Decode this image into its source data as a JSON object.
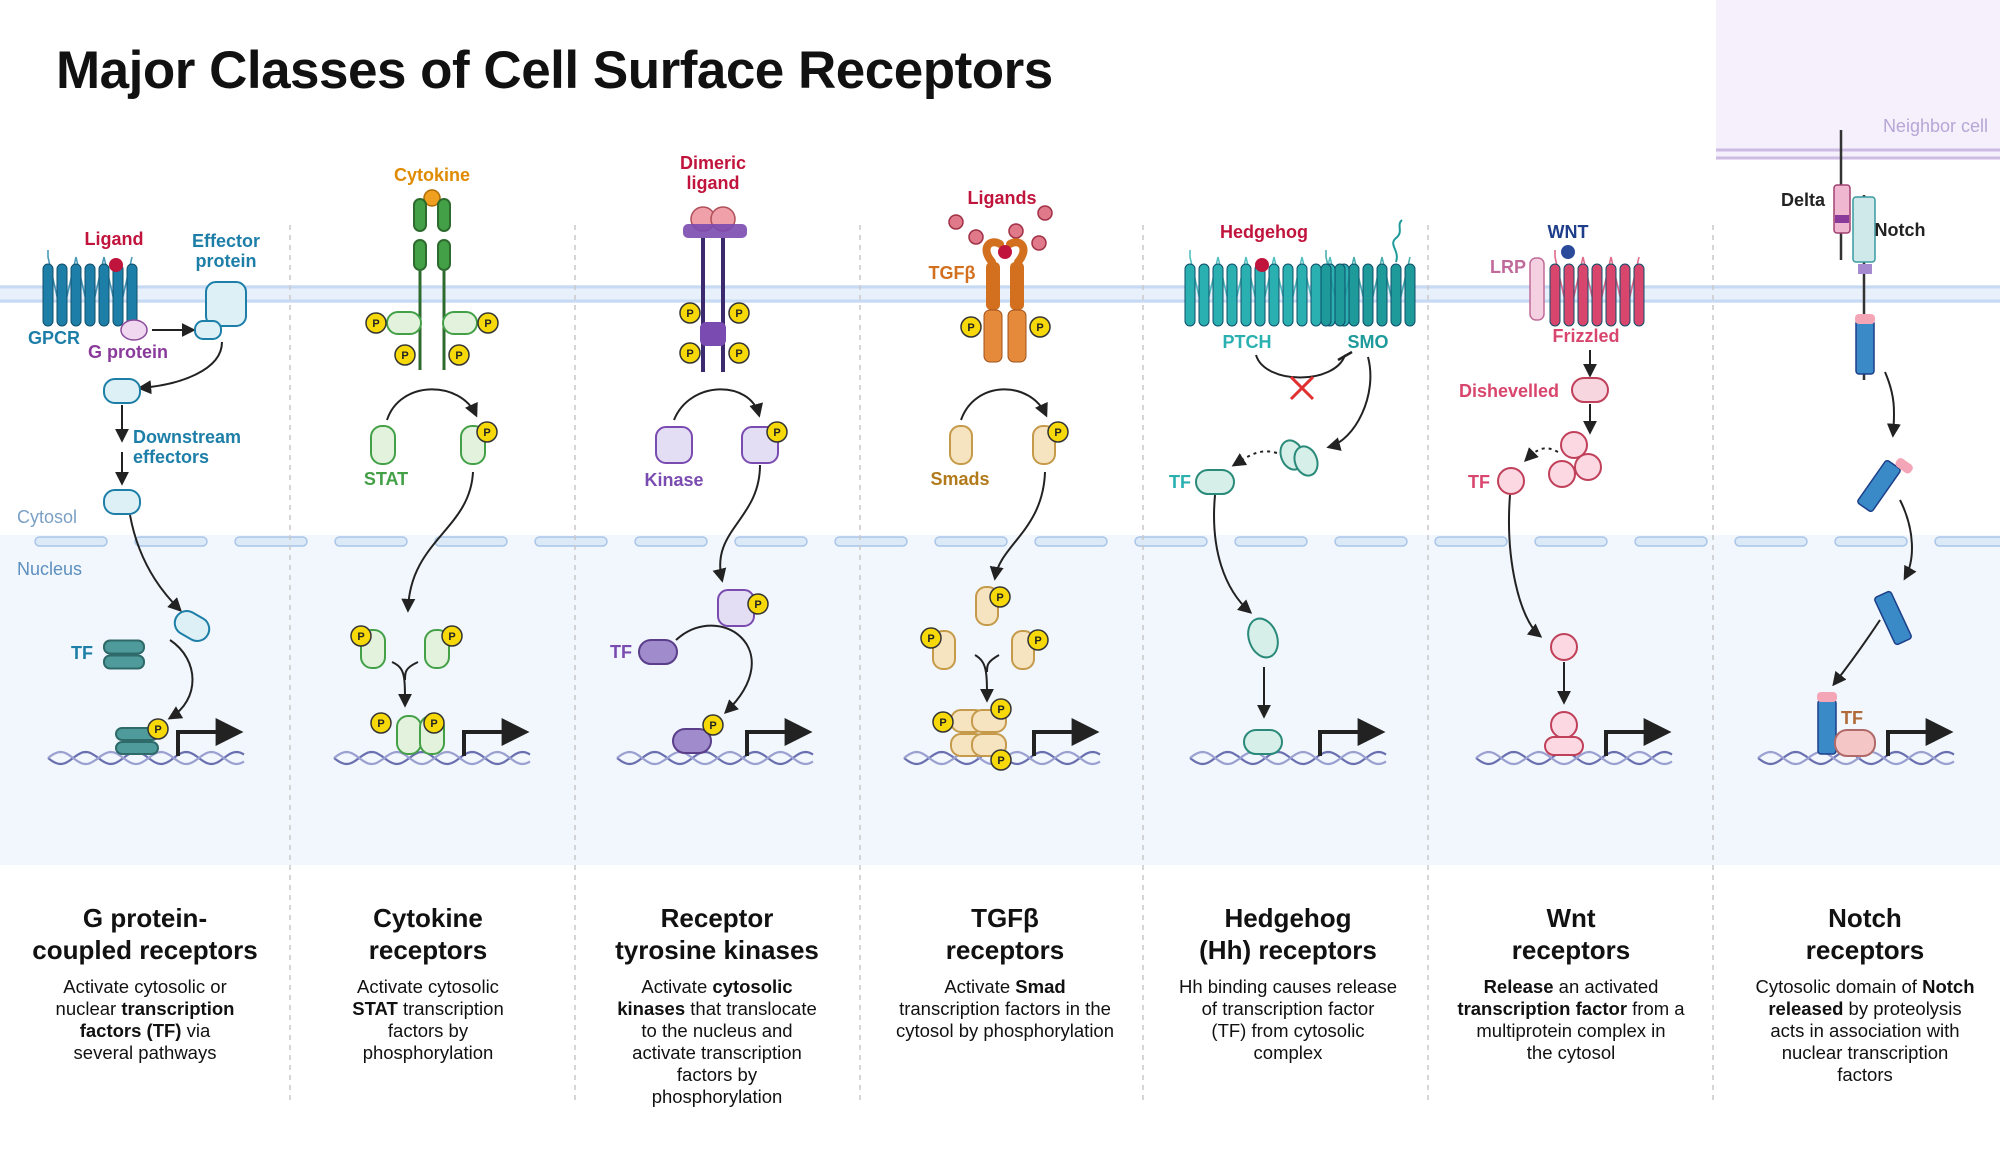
{
  "title": "Major Classes of Cell Surface Receptors",
  "regions": {
    "cytosol": "Cytosol",
    "nucleus": "Nucleus",
    "neighbor": "Neighbor cell"
  },
  "phospho": "P",
  "colors": {
    "membrane": "#c6daf3",
    "nucleus_bg": "#f1f7fc",
    "gpcr": "#1d7fa8",
    "cytokine": "#43a047",
    "rtk": "#7a4bb0",
    "tgfb": "#d2701f",
    "hedgehog": "#2ab0b0",
    "wnt": "#d9466d",
    "notch": "#3a5fb5",
    "ligand_red": "#c0143c"
  },
  "panels": [
    {
      "labels": {
        "ligand": "Ligand",
        "effector": "Effector\nprotein",
        "gpcr": "GPCR",
        "gprotein": "G protein",
        "downstream": "Downstream\neffectors",
        "tf": "TF"
      },
      "heading": "G protein-\ncoupled receptors",
      "desc": [
        {
          "text": "Activate cytosolic or\nnuclear ",
          "bold": false
        },
        {
          "text": "transcription\nfactors (TF)",
          "bold": true
        },
        {
          "text": " via\nseveral pathways",
          "bold": false
        }
      ]
    },
    {
      "labels": {
        "ligand": "Cytokine",
        "stat": "STAT"
      },
      "heading": "Cytokine\nreceptors",
      "desc": [
        {
          "text": "Activate cytosolic\n",
          "bold": false
        },
        {
          "text": "STAT",
          "bold": true
        },
        {
          "text": " transcription\nfactors by\nphosphorylation",
          "bold": false
        }
      ]
    },
    {
      "labels": {
        "ligand": "Dimeric\nligand",
        "kinase": "Kinase",
        "tf": "TF"
      },
      "heading": "Receptor\ntyrosine kinases",
      "desc": [
        {
          "text": "Activate ",
          "bold": false
        },
        {
          "text": "cytosolic\nkinases",
          "bold": true
        },
        {
          "text": " that translocate\nto the nucleus and\nactivate transcription\nfactors by\nphosphorylation",
          "bold": false
        }
      ]
    },
    {
      "labels": {
        "ligand": "Ligands",
        "receptor": "TGFβ",
        "smads": "Smads"
      },
      "heading": "TGFβ\nreceptors",
      "desc": [
        {
          "text": "Activate ",
          "bold": false
        },
        {
          "text": "Smad",
          "bold": true
        },
        {
          "text": "\ntranscription factors in the\ncytosol by phosphorylation",
          "bold": false
        }
      ]
    },
    {
      "labels": {
        "ligand": "Hedgehog",
        "ptch": "PTCH",
        "smo": "SMO",
        "tf": "TF"
      },
      "heading": "Hedgehog\n(Hh) receptors",
      "desc": [
        {
          "text": "Hh binding causes release\nof transcription factor\n(TF) from cytosolic\ncomplex",
          "bold": false
        }
      ]
    },
    {
      "labels": {
        "ligand": "WNT",
        "lrp": "LRP",
        "frizzled": "Frizzled",
        "dishevelled": "Dishevelled",
        "tf": "TF"
      },
      "heading": "Wnt\nreceptors",
      "desc": [
        {
          "text": "Release",
          "bold": true
        },
        {
          "text": " an activated\n",
          "bold": false
        },
        {
          "text": "transcription factor",
          "bold": true
        },
        {
          "text": " from a\nmultiprotein complex in\nthe cytosol",
          "bold": false
        }
      ]
    },
    {
      "labels": {
        "delta": "Delta",
        "notch": "Notch",
        "tf": "TF"
      },
      "heading": "Notch\nreceptors",
      "desc": [
        {
          "text": "Cytosolic domain of ",
          "bold": false
        },
        {
          "text": "Notch\nreleased",
          "bold": true
        },
        {
          "text": " by proteolysis\nacts in association with\nnuclear transcription\nfactors",
          "bold": false
        }
      ]
    }
  ]
}
